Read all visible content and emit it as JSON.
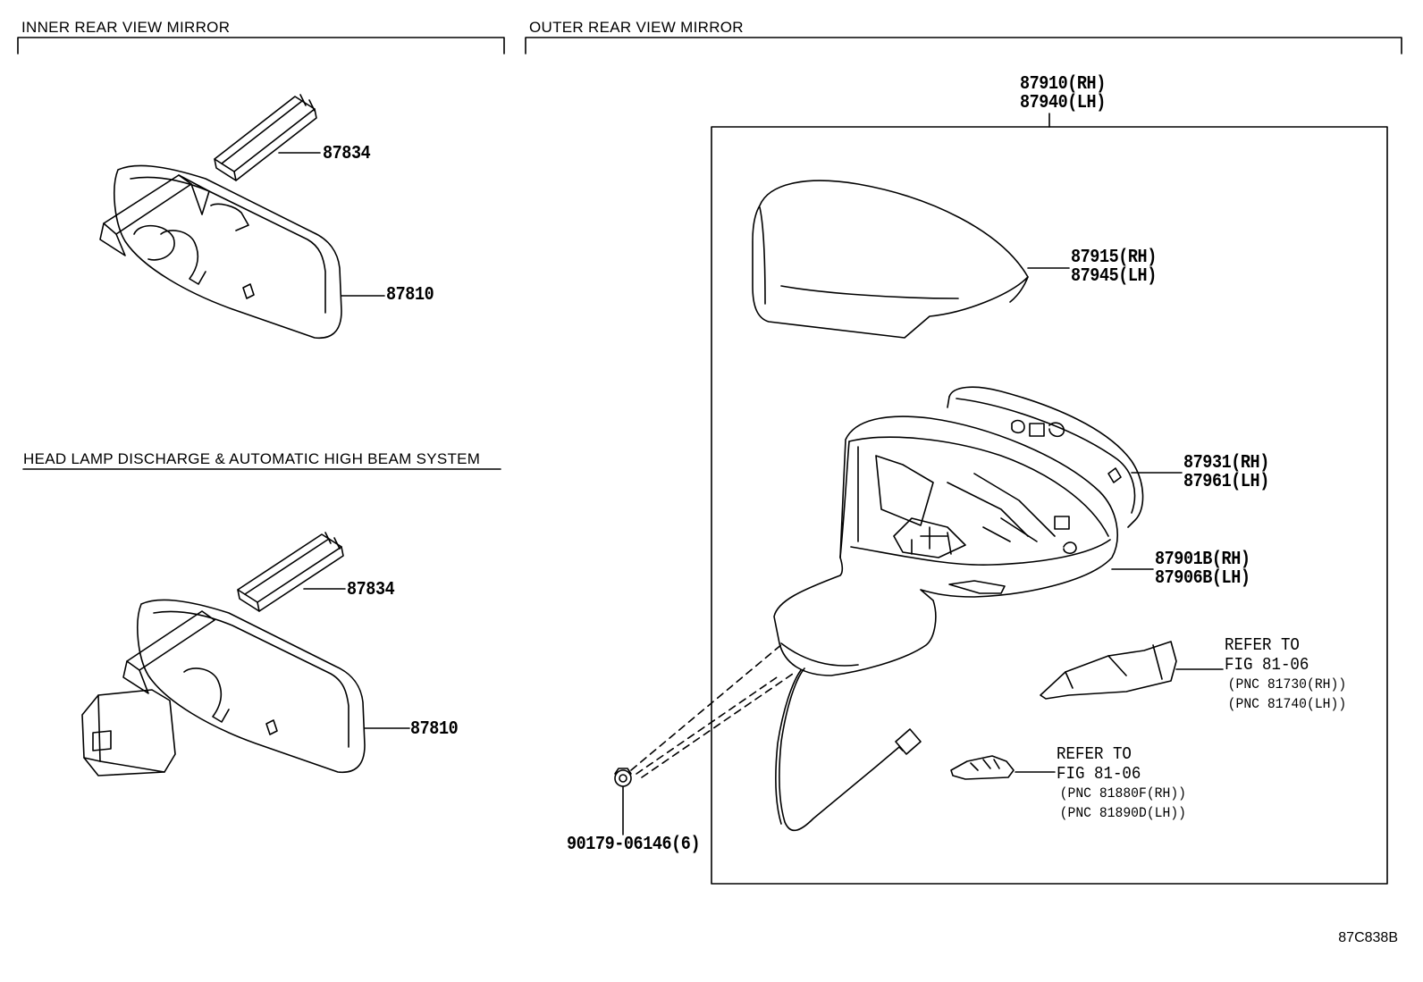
{
  "sections": {
    "inner": "INNER REAR VIEW MIRROR",
    "outer": "OUTER REAR VIEW MIRROR",
    "headlamp": "HEAD LAMP DISCHARGE & AUTOMATIC HIGH BEAM SYSTEM"
  },
  "parts": {
    "inner_cover": "87834",
    "inner_mirror": "87810",
    "hl_cover": "87834",
    "hl_mirror": "87810",
    "assy_rh": "87910(RH)",
    "assy_lh": "87940(LH)",
    "cover_rh": "87915(RH)",
    "cover_lh": "87945(LH)",
    "housing_rh": "87931(RH)",
    "housing_lh": "87961(LH)",
    "body_rh": "87901B(RH)",
    "body_lh": "87906B(LH)",
    "nut": "90179-06146(6)"
  },
  "refs": {
    "signal": {
      "line1": "REFER TO",
      "line2": "FIG 81-06",
      "line3": "(PNC 81730(RH))",
      "line4": "(PNC 81740(LH))"
    },
    "lamp": {
      "line1": "REFER TO",
      "line2": "FIG 81-06",
      "line3": "(PNC 81880F(RH))",
      "line4": "(PNC 81890D(LH))"
    }
  },
  "figure_code": "87C838B"
}
